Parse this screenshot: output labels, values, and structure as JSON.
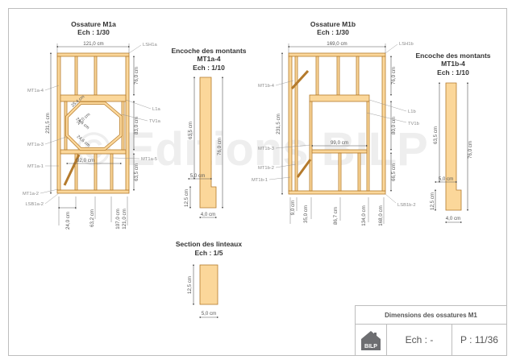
{
  "watermark": "© Editions BILP",
  "m1a": {
    "title": "Ossature M1a",
    "scale": "Ech : 1/30",
    "dims": {
      "width": "121,0 cm",
      "height": "231,5 cm",
      "upper": "76,0 cm",
      "mid": "83,0 cm",
      "lower": "63,5 cm",
      "inner_width": "92,0 cm",
      "diag1": "25,4 cm",
      "diag2": "24,6 cm",
      "diag3": "24,0 cm",
      "diag4": "24,6 cm",
      "bottom1": "24,0 cm",
      "bottom2": "63,2 cm",
      "bottom3": "107,0 cm",
      "bottom4": "121,0 cm"
    },
    "labels": {
      "lsh": "LSH1a",
      "mt4": "MT1a-4",
      "l": "L1a",
      "tv": "TV1a",
      "mt3": "MT1a-3",
      "mt1": "MT1a-1",
      "mt5": "MT1a-5",
      "mt2": "MT1a-2",
      "lsb": "LSB1a-2"
    }
  },
  "notch_a": {
    "title": "Encoche des montants",
    "subtitle": "MT1a-4",
    "scale": "Ech : 1/10",
    "d1": "63,5 cm",
    "d2": "76,0 cm",
    "d3": "5,0 cm",
    "d4": "12,5 cm",
    "d5": "4,0 cm"
  },
  "m1b": {
    "title": "Ossature M1b",
    "scale": "Ech : 1/30",
    "dims": {
      "width": "169,0 cm",
      "height": "231,5 cm",
      "upper": "76,0 cm",
      "mid": "80,0 cm",
      "lower": "66,5 cm",
      "inner_width": "99,0 cm",
      "bottom1": "9,0 cm",
      "bottom2": "35,0 cm",
      "bottom3": "86,7 cm",
      "bottom4": "134,0 cm",
      "bottom5": "168,0 cm"
    },
    "labels": {
      "lsh": "LSH1b",
      "mt4": "MT1b-4",
      "l": "L1b",
      "tv": "TV1b",
      "mt3": "MT1b-3",
      "mt2": "MT1b-2",
      "mt1": "MT1b-1",
      "lsb": "LSB1b-2"
    }
  },
  "notch_b": {
    "title": "Encoche des montants",
    "subtitle": "MT1b-4",
    "scale": "Ech : 1/10",
    "d1": "63,5 cm",
    "d2": "76,0 cm",
    "d3": "5,0 cm",
    "d4": "12,5 cm",
    "d5": "4,0 cm"
  },
  "lintel": {
    "title": "Section des linteaux",
    "scale": "Ech : 1/5",
    "height": "12,5 cm",
    "width": "5,0 cm"
  },
  "title_block": {
    "title": "Dimensions des ossatures M1",
    "scale": "Ech : -",
    "page": "P : 11/36",
    "logo_text": "BILP"
  },
  "colors": {
    "wood": "#fbd79a",
    "wood_edge": "#b47a2c",
    "dim": "#555555",
    "leader": "#8a8a8a"
  }
}
